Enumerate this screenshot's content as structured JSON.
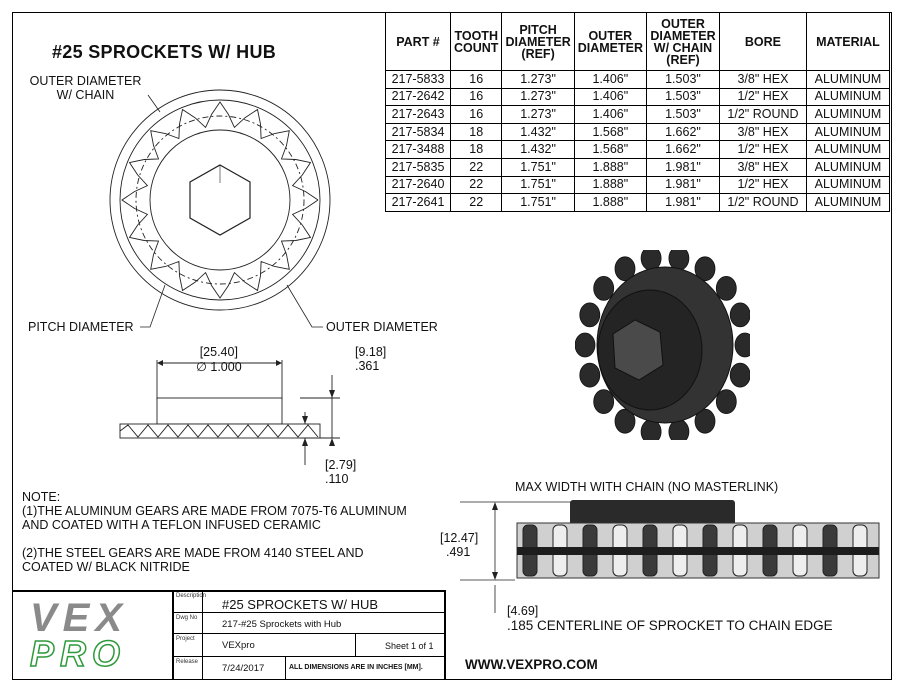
{
  "title": "#25 SPROCKETS W/ HUB",
  "table": {
    "headers": [
      "PART #",
      "TOOTH COUNT",
      "PITCH DIAMETER (REF)",
      "OUTER DIAMETER",
      "OUTER DIAMETER W/ CHAIN (REF)",
      "BORE",
      "MATERIAL"
    ],
    "rows": [
      [
        "217-5833",
        "16",
        "1.273\"",
        "1.406\"",
        "1.503\"",
        "3/8\" HEX",
        "ALUMINUM"
      ],
      [
        "217-2642",
        "16",
        "1.273\"",
        "1.406\"",
        "1.503\"",
        "1/2\" HEX",
        "ALUMINUM"
      ],
      [
        "217-2643",
        "16",
        "1.273\"",
        "1.406\"",
        "1.503\"",
        "1/2\" ROUND",
        "ALUMINUM"
      ],
      [
        "217-5834",
        "18",
        "1.432\"",
        "1.568\"",
        "1.662\"",
        "3/8\" HEX",
        "ALUMINUM"
      ],
      [
        "217-3488",
        "18",
        "1.432\"",
        "1.568\"",
        "1.662\"",
        "1/2\" HEX",
        "ALUMINUM"
      ],
      [
        "217-5835",
        "22",
        "1.751\"",
        "1.888\"",
        "1.981\"",
        "3/8\" HEX",
        "ALUMINUM"
      ],
      [
        "217-2640",
        "22",
        "1.751\"",
        "1.888\"",
        "1.981\"",
        "1/2\" HEX",
        "ALUMINUM"
      ],
      [
        "217-2641",
        "22",
        "1.751\"",
        "1.888\"",
        "1.981\"",
        "1/2\" ROUND",
        "ALUMINUM"
      ]
    ]
  },
  "front_view": {
    "outer_dia_chain_l1": "OUTER DIAMETER",
    "outer_dia_chain_l2": "W/ CHAIN",
    "pitch_dia": "PITCH DIAMETER",
    "outer_dia": "OUTER DIAMETER"
  },
  "side_view": {
    "dia_mm": "[25.40]",
    "dia_in": "∅ 1.000",
    "width_mm": "[9.18]",
    "width_in": ".361",
    "thick_mm": "[2.79]",
    "thick_in": ".110"
  },
  "chain_view": {
    "caption": "MAX WIDTH WITH CHAIN (NO MASTERLINK)",
    "height_mm": "[12.47]",
    "height_in": ".491",
    "offset_mm": "[4.69]",
    "offset_in": ".185 CENTERLINE OF SPROCKET TO CHAIN EDGE"
  },
  "notes": {
    "heading": "NOTE:",
    "n1_l1": "(1)THE ALUMINUM GEARS ARE MADE FROM 7075-T6 ALUMINUM",
    "n1_l2": "AND COATED WITH A TEFLON INFUSED CERAMIC",
    "n2_l1": "(2)THE STEEL GEARS ARE MADE FROM 4140 STEEL AND",
    "n2_l2": "COATED W/ BLACK NITRIDE"
  },
  "title_block": {
    "logo_top": "VEX",
    "logo_bottom": "PRO",
    "desc_label": "Description",
    "desc_value": "#25 SPROCKETS W/ HUB",
    "dwg_label": "Dwg No",
    "dwg_value": "217-#25 Sprockets with Hub",
    "project_label": "Project",
    "project_value": "VEXpro",
    "sheet": "Sheet 1 of 1",
    "release_label": "Release",
    "release_value": "7/24/2017",
    "dims_note": "ALL DIMENSIONS ARE IN INCHES [MM].",
    "website": "WWW.VEXPRO.COM"
  },
  "colors": {
    "logo_gray": "#8a8a8a",
    "logo_green": "#2e9a3c",
    "part_dark": "#2a2a2a"
  }
}
